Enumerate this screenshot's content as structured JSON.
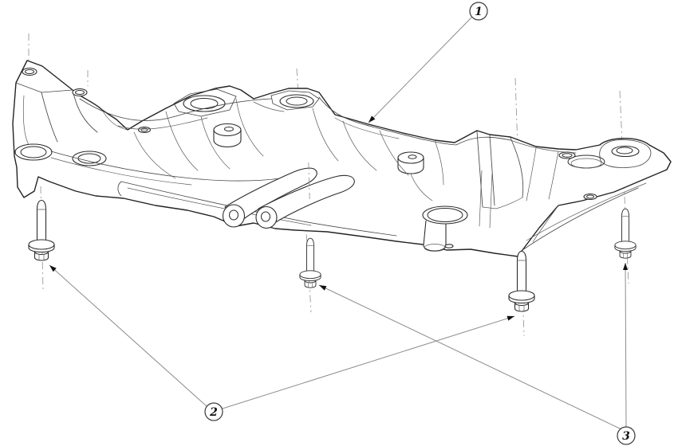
{
  "diagram": {
    "background_color": "#ffffff",
    "outline_color": "#232323",
    "detail_line_color": "#464646",
    "leader_line_color": "#8c8c8c",
    "centerline_color": "#9a9a9a",
    "callout_text_color": "#111111",
    "callouts": [
      {
        "label": "1"
      },
      {
        "label": "2"
      },
      {
        "label": "3"
      }
    ],
    "bolt_count": "4"
  }
}
